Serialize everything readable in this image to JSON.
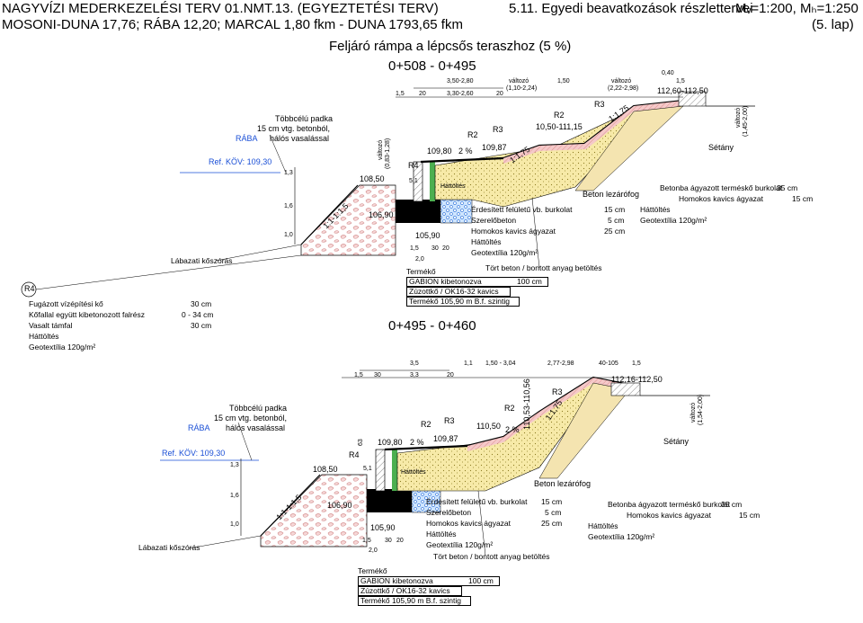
{
  "header": {
    "line1": "NAGYVÍZI MEDERKEZELÉSI TERV 01.NMT.13. (EGYEZTETÉSI TERV)",
    "line2": "MOSONI-DUNA 17,76; RÁBA 12,20; MARCAL 1,80 fkm - DUNA 1793,65 fkm",
    "sheet_title": "5.11. Egyedi beavatkozások részlettervei",
    "scale": "Mᵥ=1:200, Mₕ=1:250",
    "page": "(5. lap)"
  },
  "section_title": "Feljáró rámpa a lépcsős teraszhoz (5 %)",
  "top": {
    "range": "0+508 - 0+495",
    "dims": {
      "a": "3,50-2,80",
      "b": "változó",
      "b2": "(1,10-2,24)",
      "c": "1,50",
      "d": "változó",
      "d2": "(2,22-2,98)",
      "e": "0,40",
      "f": "1,5",
      "g": "1,5",
      "h": "20",
      "i": "3,30-2,60",
      "j": "20",
      "k": "112,60-112,50",
      "vert_left": "változó",
      "vert_left2": "(0,83-1,28)",
      "vert_right": "változó",
      "vert_right2": "(1,45-2,00)"
    },
    "elev": {
      "e10980": "109,80",
      "slope": "2 %",
      "e10987": "109,87",
      "e11015": "10,50-111,15",
      "e10850": "108,50",
      "e10690": "106,90",
      "e10590": "105,90"
    },
    "labels": {
      "bench": "Többcélú padka",
      "bench2": "15 cm vtg. betonból,",
      "bench3": "hálós vasalással",
      "raba": "RÁBA",
      "ref": "Ref. KÖV: 109,30",
      "toe": "Lábazati kőszórás",
      "setany": "Sétány",
      "hattoltes": "Háttöltés",
      "beton_lezarofog": "Beton lezárófog",
      "slope1": "1:1,75",
      "slope2": "1:1,75",
      "slope3": "1:1-1:1,5",
      "r2a": "R2",
      "r3a": "R3",
      "r2b": "R2",
      "r3b": "R3",
      "r4": "R4",
      "d13": "1,3",
      "d16": "1,6",
      "d10": "1,0",
      "d51": "5,1",
      "b15": "1,5",
      "b30": "30",
      "b20": "20",
      "b20w": "2,0"
    },
    "layers": [
      {
        "name": "Érdesített felületű vb. burkolat",
        "val": "15 cm"
      },
      {
        "name": "Szerelőbeton",
        "val": "5 cm"
      },
      {
        "name": "Homokos kavics ágyazat",
        "val": "25 cm"
      },
      {
        "name": "Háttöltés",
        "val": ""
      },
      {
        "name": "Geotextília 120g/m²",
        "val": ""
      }
    ],
    "rubble": "Tört beton / bontott anyag betöltés",
    "gabion": [
      {
        "name": "Termékő",
        "val": ""
      },
      {
        "name": "GABION kibetonozva",
        "val": "100 cm"
      },
      {
        "name": "Zúzottkő / OK16-32 kavics",
        "val": ""
      },
      {
        "name": "Termékő 105,90 m B.f. szintig",
        "val": ""
      }
    ],
    "right_layers": [
      {
        "name": "Betonba ágyazott terméskő burkolat",
        "val": "35 cm"
      },
      {
        "name": "Homokos kavics ágyazat",
        "val": "15 cm"
      },
      {
        "name": "Háttöltés",
        "val": ""
      },
      {
        "name": "Geotextília 120g/m²",
        "val": ""
      }
    ]
  },
  "legend_r4": {
    "tag": "R4",
    "rows": [
      {
        "name": "Fugázott vízépítési kő",
        "val": "30 cm"
      },
      {
        "name": "Kőfallal együtt kibetonozott falrész",
        "val": "0 - 34 cm"
      },
      {
        "name": "Vasalt támfal",
        "val": "30 cm"
      },
      {
        "name": "Háttöltés",
        "val": ""
      },
      {
        "name": "Geotextília 120g/m²",
        "val": ""
      }
    ]
  },
  "bottom": {
    "range": "0+495 - 0+460",
    "dims": {
      "a": "3,5",
      "b": "1,1",
      "c": "1,50 - 3,04",
      "d": "2,77-2,98",
      "e": "40-105",
      "f": "1,5",
      "g": "1,5",
      "h": "30",
      "i": "3,3",
      "j": "20",
      "k": "112,16-112,50",
      "vert_left": "63",
      "vert_right": "változó",
      "vert_right2": "(1,54-2,00)"
    },
    "elev": {
      "e10980": "109,80",
      "slope": "2 %",
      "e10987": "109,87",
      "e11050": "110,50",
      "slope2": "2 %",
      "e11053": "110,53-110,56",
      "e10850": "108,50",
      "e10690": "106,90",
      "e10590": "105,90"
    },
    "labels": {
      "bench": "Többcélú padka",
      "bench2": "15 cm vtg. betonból,",
      "bench3": "hálós vasalással",
      "raba": "RÁBA",
      "ref": "Ref. KÖV: 109,30",
      "toe": "Lábazati kőszórás",
      "setany": "Sétány",
      "hattoltes": "Háttöltés",
      "beton_lezarofog": "Beton lezárófog",
      "slope1": "1:1,75",
      "slope3": "1:1-1:1,5",
      "r2a": "R2",
      "r3a": "R3",
      "r2b": "R2",
      "r3b": "R3",
      "r4": "R4",
      "d13": "1,3",
      "d16": "1,6",
      "d10": "1,0",
      "d51": "5,1",
      "b15": "1,5",
      "b30": "30",
      "b20": "20",
      "b20w": "2,0"
    },
    "layers": [
      {
        "name": "Érdesített felületű vb. burkolat",
        "val": "15 cm"
      },
      {
        "name": "Szerelőbeton",
        "val": "5 cm"
      },
      {
        "name": "Homokos kavics ágyazat",
        "val": "25 cm"
      },
      {
        "name": "Háttöltés",
        "val": ""
      },
      {
        "name": "Geotextília 120g/m²",
        "val": ""
      }
    ],
    "rubble": "Tört beton / bontott anyag betöltés",
    "gabion": [
      {
        "name": "Termékő",
        "val": ""
      },
      {
        "name": "GABION kibetonozva",
        "val": "100 cm"
      },
      {
        "name": "Zúzottkő / OK16-32 kavics",
        "val": ""
      },
      {
        "name": "Termékő 105,90 m B.f. szintig",
        "val": ""
      }
    ],
    "right_layers": [
      {
        "name": "Betonba ágyazott terméskő burkolat",
        "val": "35 cm"
      },
      {
        "name": "Homokos kavics ágyazat",
        "val": "15 cm"
      },
      {
        "name": "Háttöltés",
        "val": ""
      },
      {
        "name": "Geotextília 120g/m²",
        "val": ""
      }
    ]
  }
}
